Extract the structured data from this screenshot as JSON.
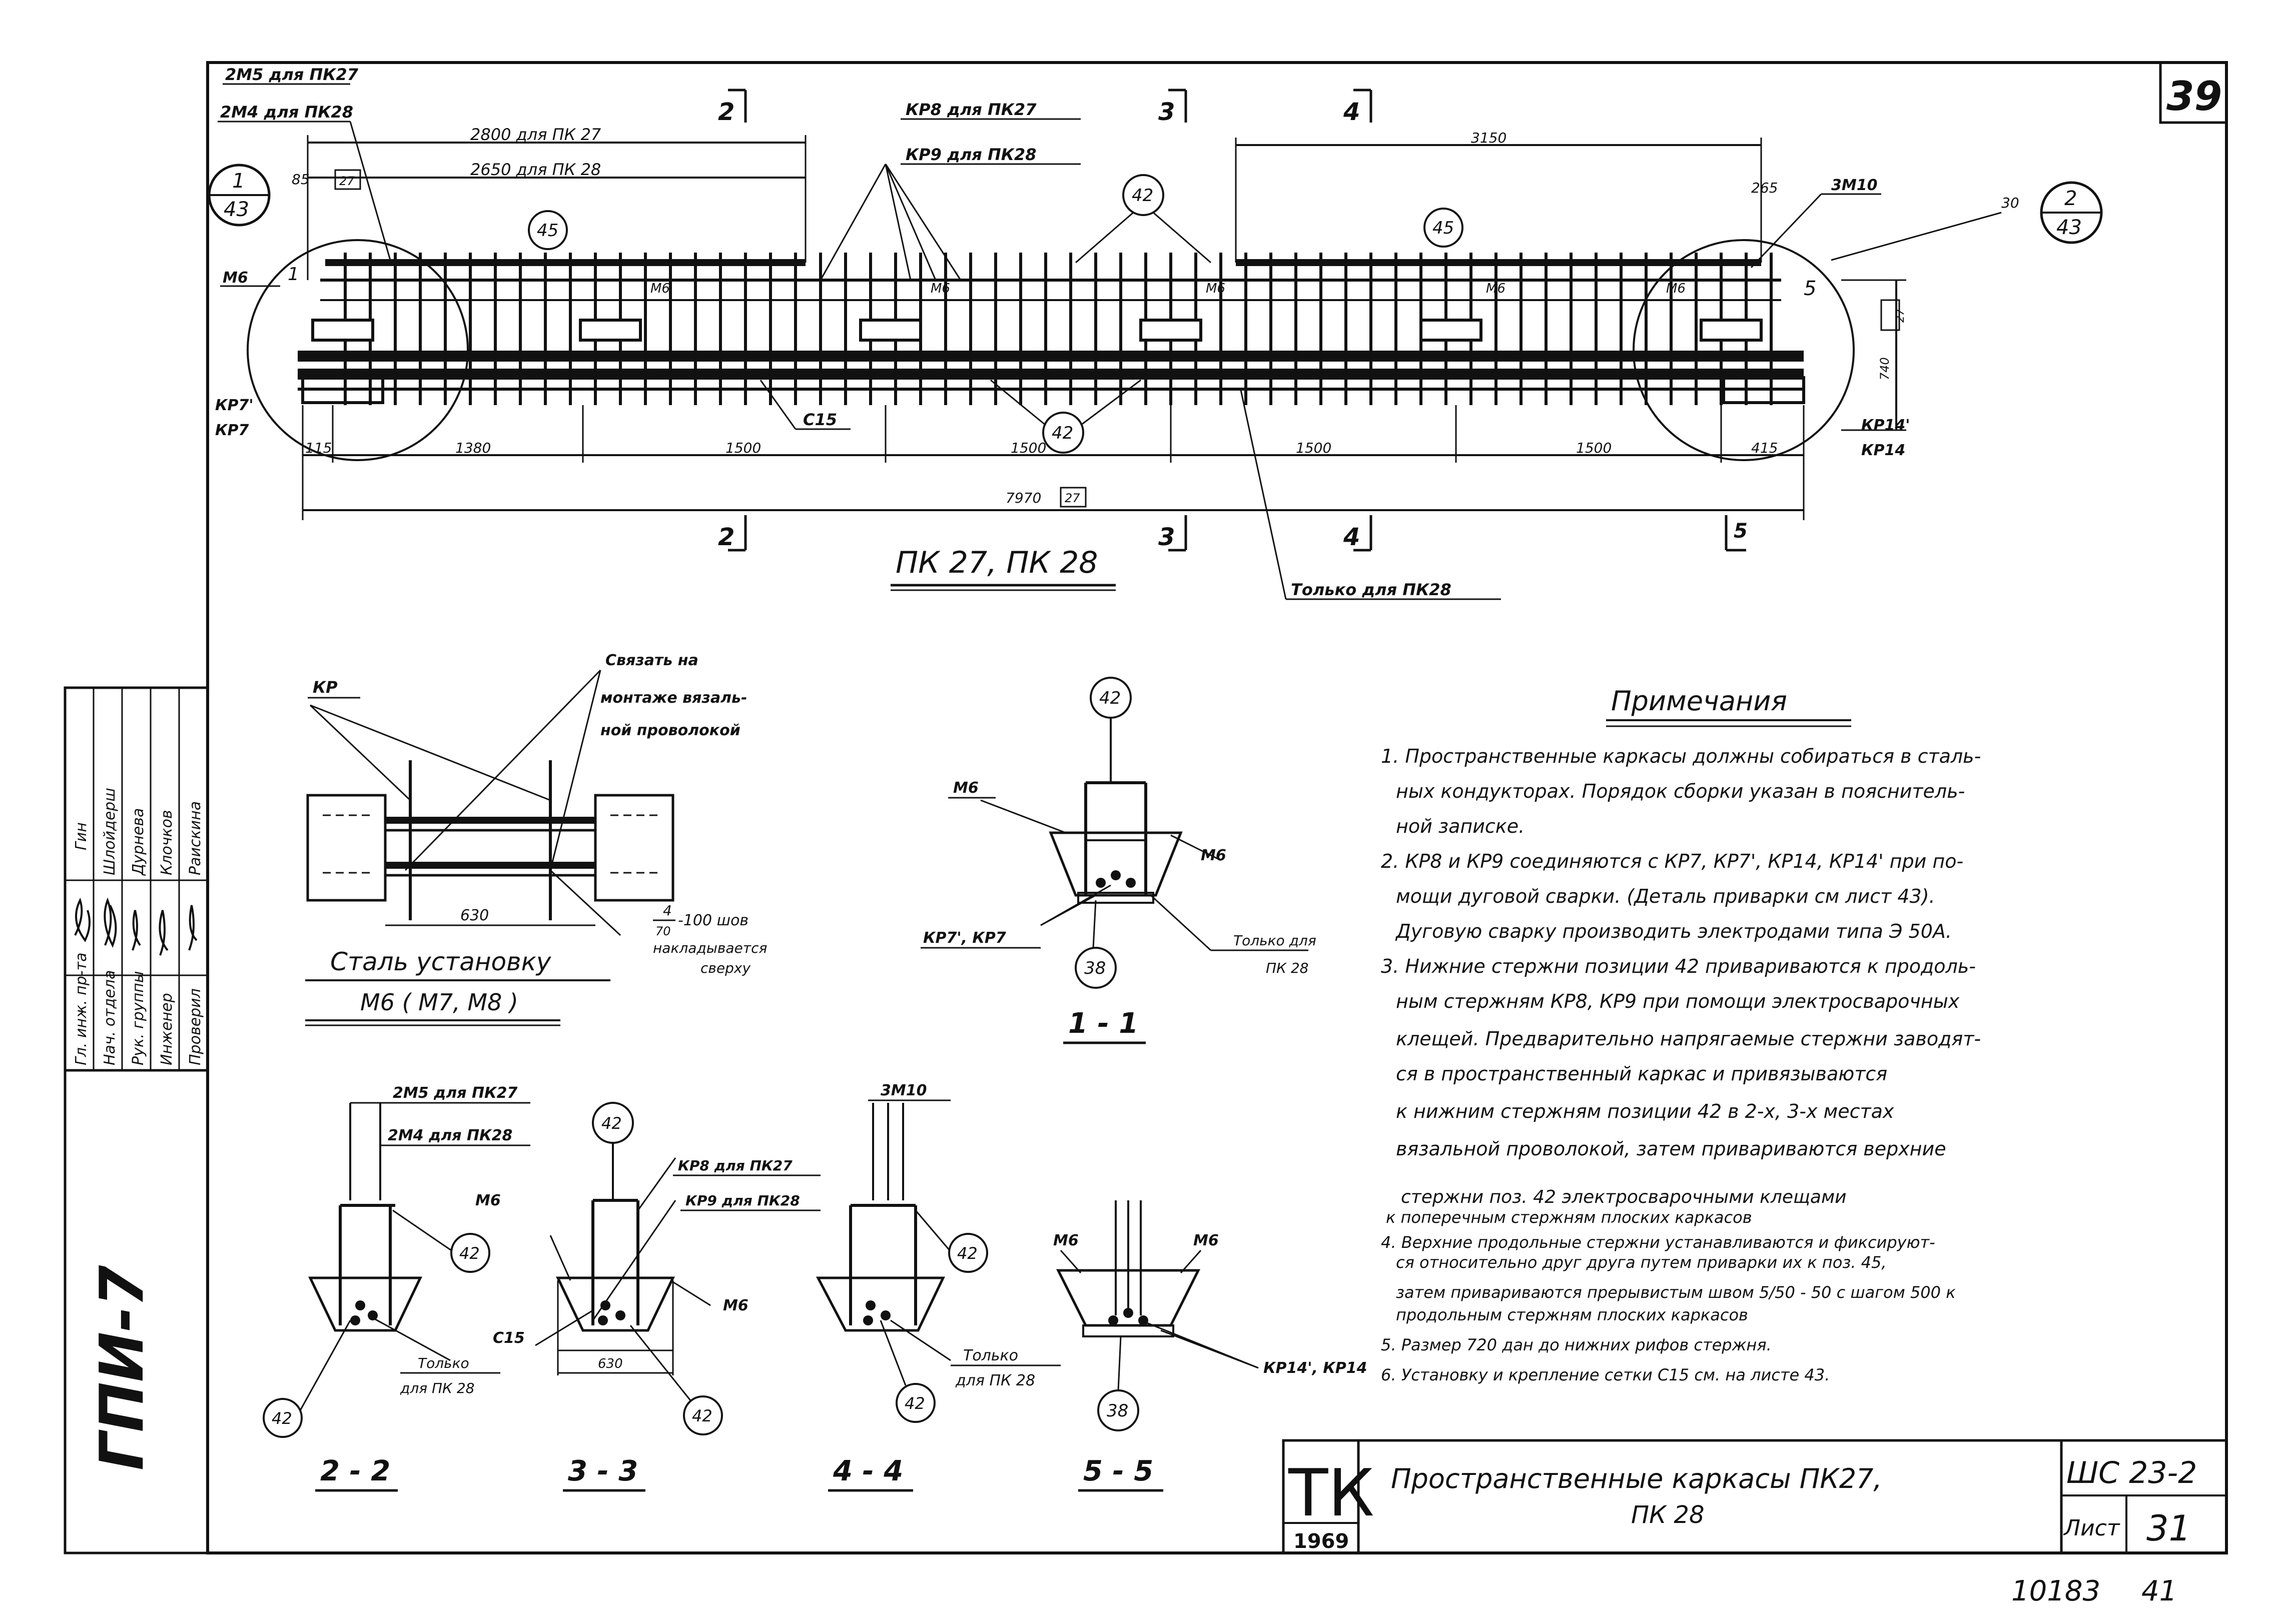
{
  "sheet_number": "39",
  "main_view": {
    "title": "ПК 27, ПК 28",
    "labels": {
      "rebar_2m5": "2М5 для ПК27",
      "rebar_2m4": "2М4 для ПК28",
      "kp8": "КР8 для ПК27",
      "kp9": "КР9 для ПК28",
      "len_2800": "2800 для ПК 27",
      "len_2650": "2650 для ПК 28",
      "len_3150": "3150",
      "dim_85": "85",
      "dim_265": "265",
      "rebar_3m10": "3М10",
      "mark_M6": "М6",
      "mark_C15": "С15",
      "kp7_1": "КР7'",
      "kp7": "КР7",
      "kp14_1": "КР14'",
      "kp14": "КР14",
      "dim_740": "740",
      "only_pk28": "Только для ПК28",
      "node_label_30": "30",
      "node_label_1": "1",
      "node_label_5": "5"
    },
    "callouts": {
      "c42": "42",
      "c45": "45",
      "node1_top": "1",
      "node1_bottom": "43",
      "node2_top": "2",
      "node2_bottom": "43"
    },
    "segment_dims": [
      "115",
      "1380",
      "1500",
      "1500",
      "1500",
      "1500",
      "415"
    ],
    "overall_dim": "7970",
    "overall_dim_box": "27",
    "box_27": "27",
    "section_marks": [
      "2",
      "3",
      "4",
      "5"
    ]
  },
  "mount_detail": {
    "kp_label": "КР",
    "tie_note_line1": "Связать на",
    "tie_note_line2": "монтаже вязаль-",
    "tie_note_line3": "ной проволокой",
    "dim_630": "630",
    "fraction_num": "4",
    "fraction_den": "70",
    "weld_note": "-100 шов",
    "overlay_note_1": "накладывается",
    "overlay_note_2": "сверху",
    "title": "Сталь установку",
    "subtitle": "М6 ( М7, М8 )"
  },
  "section_1_1": {
    "callout_42": "42",
    "callout_38": "38",
    "m6_left": "М6",
    "m6_right": "М6",
    "kp_label": "КР7', КР7",
    "only_line1": "Только для",
    "only_line2": "ПК 28",
    "title": "1 - 1"
  },
  "section_2_2": {
    "rebar_1": "2М5 для ПК27",
    "rebar_2": "2М4 для ПК28",
    "callout_42a": "42",
    "callout_42b": "42",
    "only_line1": "Только",
    "only_line2": "для ПК 28",
    "title": "2 - 2"
  },
  "section_3_3": {
    "callout_42a": "42",
    "callout_42b": "42",
    "m6_left": "М6",
    "m6_right": "М6",
    "kp8": "КР8 для ПК27",
    "kp9": "КР9 для ПК28",
    "c15": "С15",
    "dim_630": "630",
    "title": "3 - 3"
  },
  "section_4_4": {
    "rebar": "3М10",
    "callout_42a": "42",
    "callout_42b": "42",
    "only_line1": "Только",
    "only_line2": "для ПК 28",
    "title": "4 - 4"
  },
  "section_5_5": {
    "m6_left": "М6",
    "m6_right": "М6",
    "kp_label": "КР14', КР14",
    "callout_38": "38",
    "title": "5 - 5"
  },
  "notes": {
    "heading": "Примечания",
    "lines": [
      "1. Пространственные каркасы должны собираться в сталь-",
      "ных кондукторах. Порядок сборки указан в пояснитель-",
      "ной записке.",
      "2. КР8 и КР9 соединяются с КР7, КР7', КР14, КР14' при по-",
      "мощи дуговой сварки. (Деталь приварки см лист 43).",
      "Дуговую сварку производить электродами типа Э 50А.",
      "3. Нижние стержни позиции 42 привариваются к продоль-",
      "ным стержням КР8, КР9 при помощи электросварочных",
      "клещей. Предварительно напрягаемые стержни заводят-",
      "ся в пространственный каркас и привязываются",
      "к нижним стержням позиции 42 в 2-х, 3-х местах",
      "вязальной проволокой, затем привариваются верхние",
      "стержни поз. 42 электросварочными клещами",
      "к поперечным стержням плоских каркасов",
      "4. Верхние продольные стержни устанавливаются и фиксируют-",
      "ся относительно друг друга путем приварки их к поз. 45,",
      "затем привариваются прерывистым швом 5/50 - 50 с шагом 500 к",
      "продольным стержням плоских каркасов",
      "5. Размер 720 дан до нижних рифов стержня.",
      "6. Установку и крепление сетки С15 см. на листе 43."
    ]
  },
  "stamp": {
    "roles": [
      "Гл. инж. пр-та",
      "Нач. отдела",
      "Рук. группы",
      "Инженер",
      "Проверил"
    ],
    "names": [
      "Гин",
      "Шлойдерш",
      "Дурнева",
      "Клочков",
      "Раискина"
    ],
    "org": "ГПИ-7"
  },
  "title_block": {
    "logo_letters": "ТК",
    "year": "1969",
    "title_line1": "Пространственные каркасы ПК27,",
    "title_line2": "ПК 28",
    "series": "ШС 23-2",
    "sheet_label": "Лист",
    "sheet_value": "31"
  },
  "footer": {
    "inventory": "10183",
    "page": "41"
  }
}
